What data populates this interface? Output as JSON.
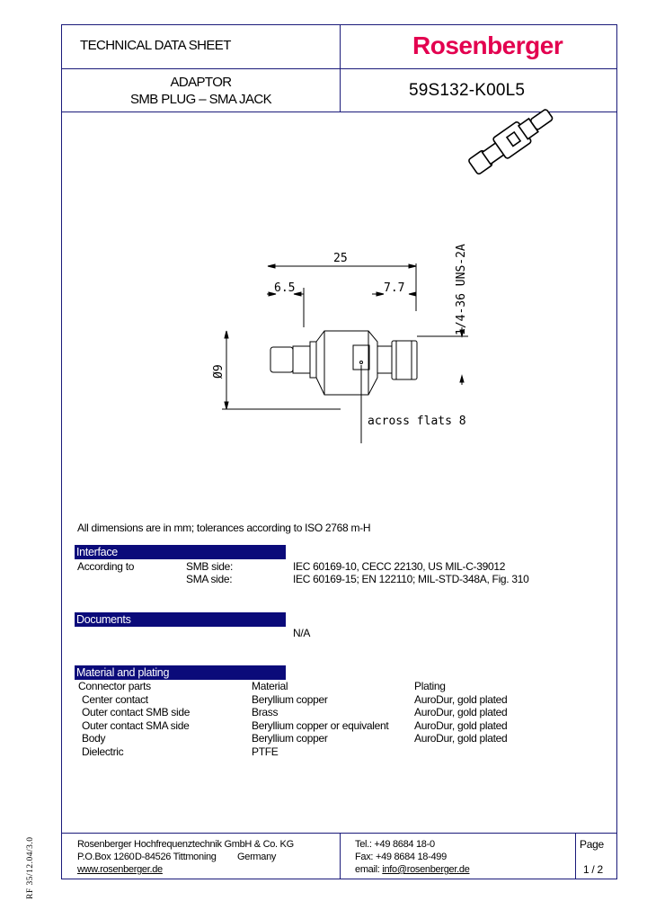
{
  "header": {
    "doc_type": "TECHNICAL DATA SHEET",
    "brand": "Rosenberger",
    "brand_color": "#e3004f",
    "product_line1": "ADAPTOR",
    "product_line2": "SMB PLUG – SMA JACK",
    "part_number": "59S132-K00L5"
  },
  "drawing": {
    "overall_length": "25",
    "left_dim": "6.5",
    "right_dim": "7.7",
    "diameter": "Ø9",
    "thread": "1/4-36 UNS-2A",
    "flats_note": "across flats 8"
  },
  "note": "All dimensions are in mm; tolerances according to ISO 2768 m-H",
  "interface": {
    "title": "Interface",
    "label": "According to",
    "rows": [
      {
        "side": "SMB side:",
        "value": "IEC 60169-10, CECC 22130, US MIL-C-39012"
      },
      {
        "side": "SMA side:",
        "value": "IEC 60169-15; EN 122110; MIL-STD-348A, Fig. 310"
      }
    ]
  },
  "documents": {
    "title": "Documents",
    "value": "N/A"
  },
  "material": {
    "title": "Material and plating",
    "headers": [
      "Connector parts",
      "Material",
      "Plating"
    ],
    "rows": [
      {
        "part": "Center contact",
        "material": "Beryllium copper",
        "plating": "AuroDur, gold plated"
      },
      {
        "part": "Outer contact SMB side",
        "material": "Brass",
        "plating": "AuroDur, gold plated"
      },
      {
        "part": "Outer contact SMA side",
        "material": "Beryllium copper or equivalent",
        "plating": "AuroDur, gold plated"
      },
      {
        "part": "Body",
        "material": "Beryllium copper",
        "plating": "AuroDur, gold plated"
      },
      {
        "part": "Dielectric",
        "material": "PTFE",
        "plating": ""
      }
    ]
  },
  "footer": {
    "company": "Rosenberger Hochfrequenztechnik GmbH & Co. KG",
    "pobox": "P.O.Box 1260",
    "postcode": "D-84526 Tittmoning",
    "country": "Germany",
    "website": "www.rosenberger.de",
    "tel": "Tel.: +49 8684  18-0",
    "fax": "Fax: +49 8684 18-499",
    "email_label": "email: ",
    "email": "info@rosenberger.de",
    "page_label": "Page",
    "page_value": "1 / 2"
  },
  "side_code": "RF 35/12.04/3.0",
  "colors": {
    "border": "#1a1a7a",
    "section_bar": "#0b0b7a"
  }
}
